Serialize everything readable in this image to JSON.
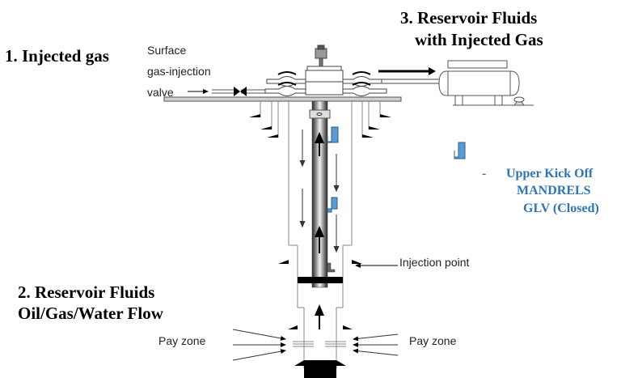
{
  "title": "Gas lift well diagram",
  "callouts": {
    "injected_gas": "1. Injected gas",
    "reservoir_fluids_line1": "2. Reservoir Fluids",
    "reservoir_fluids_line2": "Oil/Gas/Water Flow",
    "reservoir_with_gas_line1": "3. Reservoir Fluids",
    "reservoir_with_gas_line2": "with Injected Gas"
  },
  "labels": {
    "surface_valve_line1": "Surface",
    "surface_valve_line2": "gas-injection",
    "surface_valve_line3": "valve",
    "injection_point": "Injection point",
    "pay_zone_left": "Pay zone",
    "pay_zone_right": "Pay zone"
  },
  "legend": {
    "symbol": "mandrel-glv-icon",
    "dash": "-",
    "line1": "Upper Kick Off",
    "line2": "MANDRELS",
    "line3": "GLV (Closed)",
    "color": "#2e75b6"
  },
  "colors": {
    "mandrel_fill": "#5b9bd5",
    "mandrel_stroke": "#2e5f8f",
    "pipe_gray": "#9a9a9a",
    "black": "#000000"
  }
}
